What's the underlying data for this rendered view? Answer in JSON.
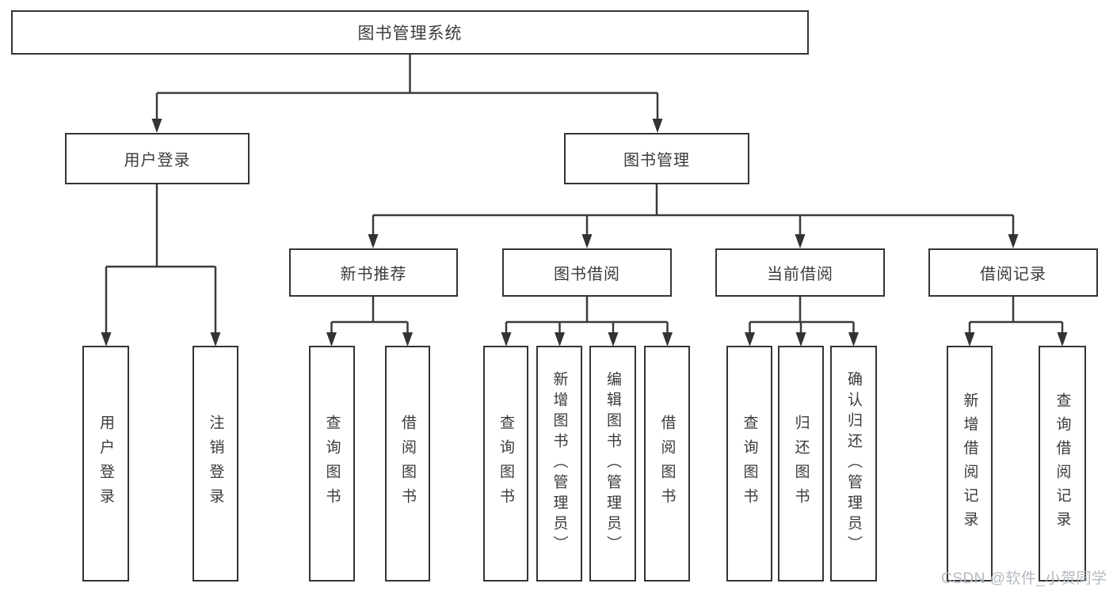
{
  "tree": {
    "label": "图书管理系统",
    "children": [
      {
        "label": "用户登录",
        "children": [
          {
            "label": "用户登录"
          },
          {
            "label": "注销登录"
          }
        ]
      },
      {
        "label": "图书管理",
        "children": [
          {
            "label": "新书推荐",
            "children": [
              {
                "label": "查询图书"
              },
              {
                "label": "借阅图书"
              }
            ]
          },
          {
            "label": "图书借阅",
            "children": [
              {
                "label": "查询图书"
              },
              {
                "label": "新增图书（管理员）"
              },
              {
                "label": "编辑图书（管理员）"
              },
              {
                "label": "借阅图书"
              }
            ]
          },
          {
            "label": "当前借阅",
            "children": [
              {
                "label": "查询图书"
              },
              {
                "label": "归还图书"
              },
              {
                "label": "确认归还（管理员）"
              }
            ]
          },
          {
            "label": "借阅记录",
            "children": [
              {
                "label": "新增借阅记录"
              },
              {
                "label": "查询借阅记录"
              }
            ]
          }
        ]
      }
    ]
  },
  "watermark": {
    "text": "CSDN @软件_小贺同学"
  },
  "colors": {
    "line": "#3a3a3a",
    "box_border": "#343434",
    "box_fill": "#ffffff",
    "text": "#3b3b3b",
    "watermark": "#b3b9c0"
  }
}
